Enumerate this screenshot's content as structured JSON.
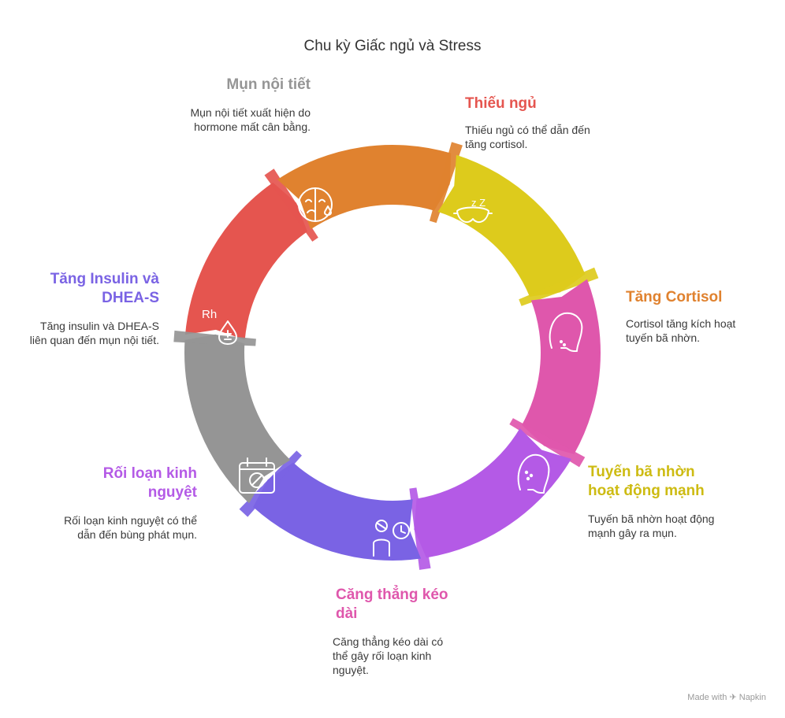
{
  "title": "Chu kỳ Giấc ngủ và Stress",
  "stages": [
    {
      "key": "thieu-ngu",
      "title": "Thiếu ngủ",
      "description": "Thiếu ngủ có thể dẫn đến tăng cortisol.",
      "color": "#E5554F",
      "icon": "sleep-mask-icon"
    },
    {
      "key": "tang-cortisol",
      "title": "Tăng Cortisol",
      "description": "Cortisol tăng kích hoạt tuyến bã nhờn.",
      "color": "#E0822F",
      "icon": "face-profile-icon"
    },
    {
      "key": "tuyen-ba-nhon",
      "title": "Tuyến bã nhờn hoạt động mạnh",
      "description": "Tuyến bã nhờn hoạt động mạnh gây ra mụn.",
      "color": "#DDCB1C",
      "icon": "acne-face-icon"
    },
    {
      "key": "cang-thang",
      "title": "Căng thẳng kéo dài",
      "description": "Căng thẳng kéo dài có thể gây rối loạn kinh nguyệt.",
      "color": "#DF57AC",
      "icon": "stress-person-clock-icon"
    },
    {
      "key": "roi-loan",
      "title": "Rối loạn kinh nguyệt",
      "description": "Rối loạn kinh nguyệt có thể dẫn đến bùng phát mụn.",
      "color": "#B45AE6",
      "icon": "calendar-cancel-icon"
    },
    {
      "key": "insulin",
      "title": "Tăng Insulin và DHEA-S",
      "description": "Tăng insulin và DHEA-S liên quan đến mụn nội tiết.",
      "color": "#7A63E4",
      "icon": "hormone-drop-icon"
    },
    {
      "key": "mun-noi-tiet",
      "title": "Mụn nội tiết",
      "description": "Mụn nội tiết xuất hiện do hormone mất cân bằng.",
      "color": "#959595",
      "icon": "sad-face-icon"
    }
  ],
  "icon_labels": {
    "zz": "z Z",
    "rh": "Rh"
  },
  "watermark": "Made with ✈ Napkin"
}
